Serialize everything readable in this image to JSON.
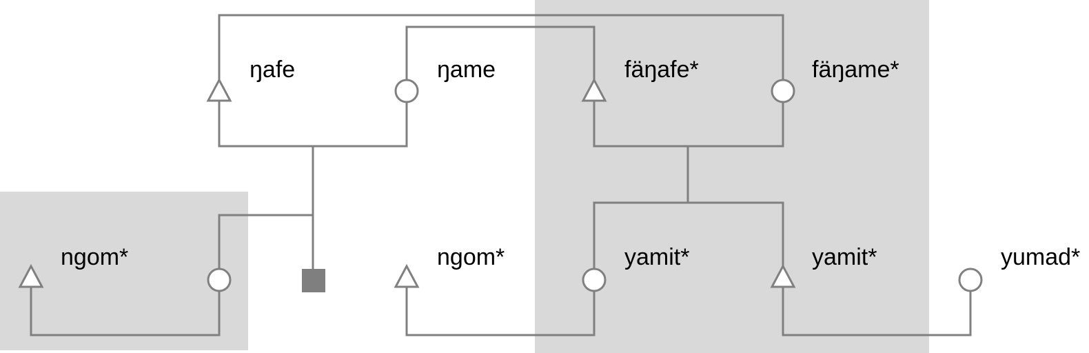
{
  "colors": {
    "line": "#808080",
    "shade": "#d9d9d9",
    "square": "#7f7f7f",
    "text": "#000000"
  },
  "labels": {
    "nafe": "ŋafe",
    "name": "ŋame",
    "fanafe": "fäŋafe*",
    "faname": "fäŋame*",
    "ngom_left": "ngom*",
    "ngom_mid": "ngom*",
    "yamit_circle": "yamit*",
    "yamit_triangle": "yamit*",
    "yumad": "yumad*"
  },
  "symbols": {
    "nafe": "triangle",
    "name": "circle",
    "fanafe": "triangle",
    "faname": "circle",
    "ngom_left_triangle": "triangle",
    "ngom_left_circle": "circle",
    "ngom_mid": "triangle",
    "yamit_circle": "circle",
    "yamit_triangle": "triangle",
    "yumad": "circle",
    "terminal": "filled-square"
  }
}
